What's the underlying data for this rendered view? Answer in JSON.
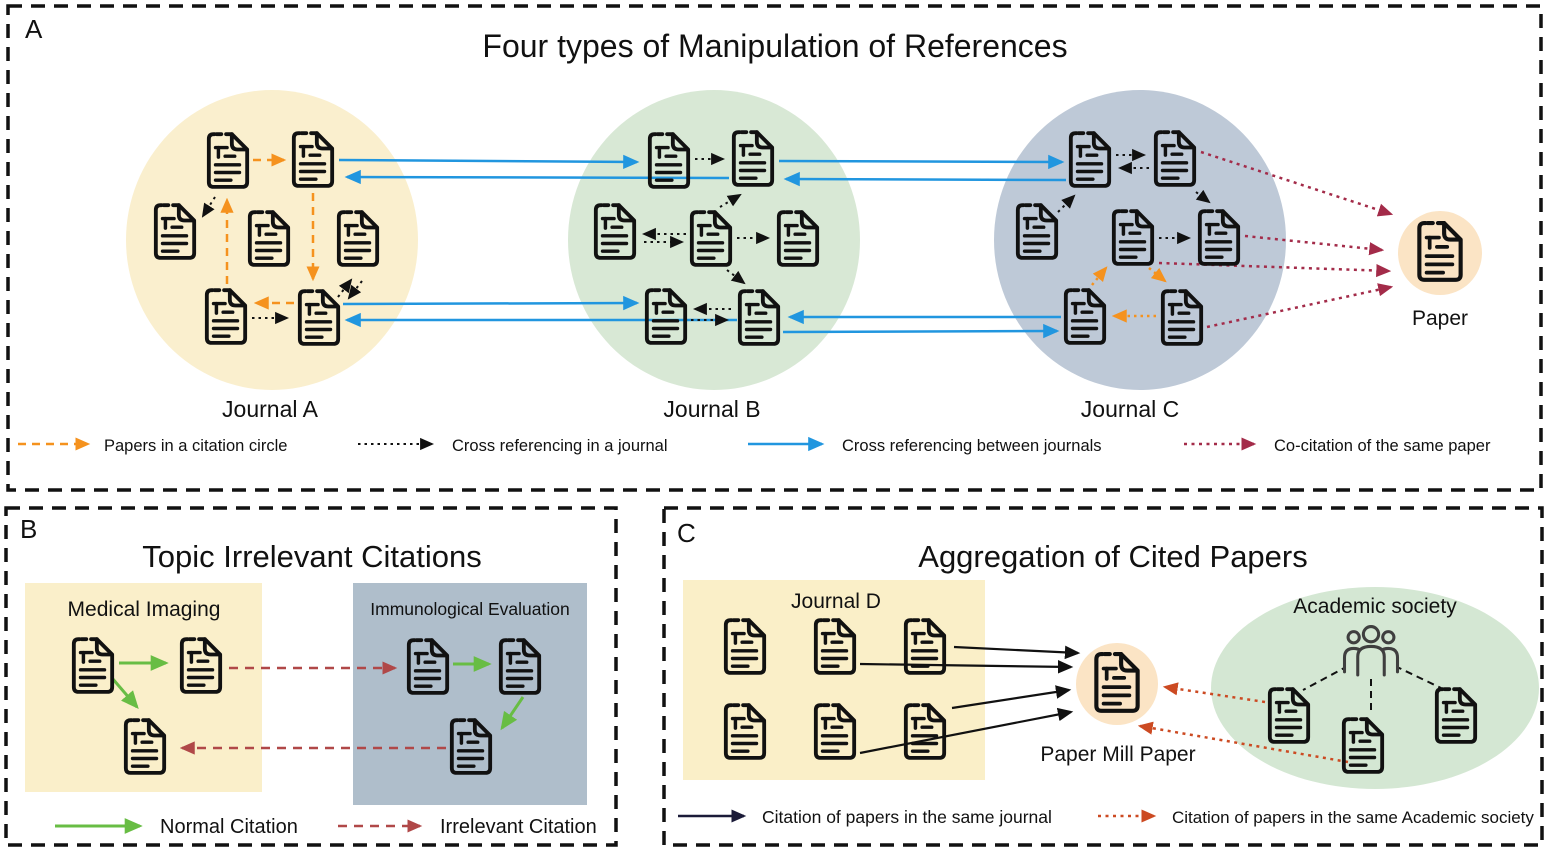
{
  "colors": {
    "citation_circle_orange": "#F5921E",
    "cross_ref_journal_black": "#111111",
    "cross_ref_between_blue": "#2196DF",
    "co_citation_crimson": "#A32B49",
    "normal_citation_green": "#68BD44",
    "irrelevant_citation_red": "#B04848",
    "same_journal_navy": "#1B1B38",
    "same_society_rust": "#CC4A22",
    "journal_a_fill": "#FAEFCE",
    "journal_b_fill": "#D8E8D5",
    "journal_c_fill": "#BEC9D7",
    "paper_circle_fill": "#FBE4C5",
    "society_fill": "#D4E7D3",
    "medical_box_fill": "#FAEFCA",
    "immuno_box_fill": "#AFBECB",
    "journal_d_fill": "#FAEFC8"
  },
  "panel_a": {
    "letter": "A",
    "title": "Four types of Manipulation of References",
    "journal_a_label": "Journal A",
    "journal_b_label": "Journal B",
    "journal_c_label": "Journal C",
    "paper_label": "Paper",
    "legend": [
      {
        "label": "Papers in a citation circle",
        "color": "#F5921E",
        "line_style": "dashed"
      },
      {
        "label": "Cross referencing in a journal",
        "color": "#111111",
        "line_style": "dotted"
      },
      {
        "label": "Cross referencing between journals",
        "color": "#2196DF",
        "line_style": "solid"
      },
      {
        "label": "Co-citation of the same paper",
        "color": "#A32B49",
        "line_style": "dotted"
      }
    ]
  },
  "panel_b": {
    "letter": "B",
    "title": "Topic Irrelevant Citations",
    "group_1_label": "Medical Imaging",
    "group_2_label": "Immunological Evaluation",
    "legend": [
      {
        "label": "Normal Citation",
        "color": "#68BD44",
        "line_style": "solid"
      },
      {
        "label": "Irrelevant Citation",
        "color": "#B04848",
        "line_style": "dashed"
      }
    ]
  },
  "panel_c": {
    "letter": "C",
    "title": "Aggregation of Cited Papers",
    "journal_d_label": "Journal D",
    "society_label": "Academic society",
    "paper_mill_label": "Paper Mill Paper",
    "legend": [
      {
        "label": "Citation of papers in the same journal",
        "color": "#1B1B38",
        "line_style": "solid"
      },
      {
        "label": "Citation of papers in the same Academic society",
        "color": "#CC4A22",
        "line_style": "dotted"
      }
    ]
  }
}
